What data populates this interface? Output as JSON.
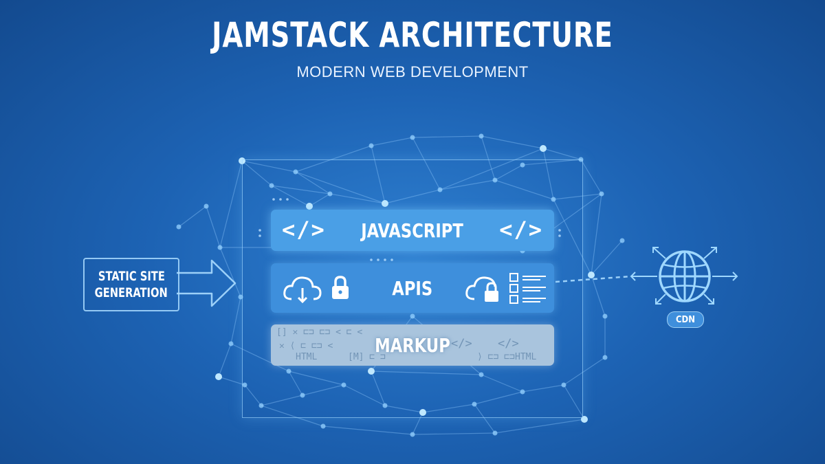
{
  "header": {
    "title": "JAMSTACK ARCHITECTURE",
    "subtitle": "MODERN WEB DEVELOPMENT"
  },
  "layers": {
    "javascript": {
      "label": "JAVASCRIPT",
      "icon": "code-brackets-icon"
    },
    "apis": {
      "label": "APIS",
      "icons": [
        "cloud-download-icon",
        "padlock-icon",
        "cloud-lock-icon",
        "checklist-icon"
      ]
    },
    "markup": {
      "label": "MARKUP",
      "snippets": [
        "HTML",
        "</>",
        "</>",
        "HTML"
      ]
    }
  },
  "input": {
    "line1": "STATIC SITE",
    "line2": "GENERATION",
    "icon": "arrow-right-icon"
  },
  "output": {
    "label": "CDN",
    "icon": "globe-icon"
  },
  "colors": {
    "background": "#1d63b4",
    "javascript_layer": "#4a9fe6",
    "apis_layer": "#3e8fdc",
    "markup_layer": "#a9c4dd",
    "glow": "#8fd3ff"
  }
}
